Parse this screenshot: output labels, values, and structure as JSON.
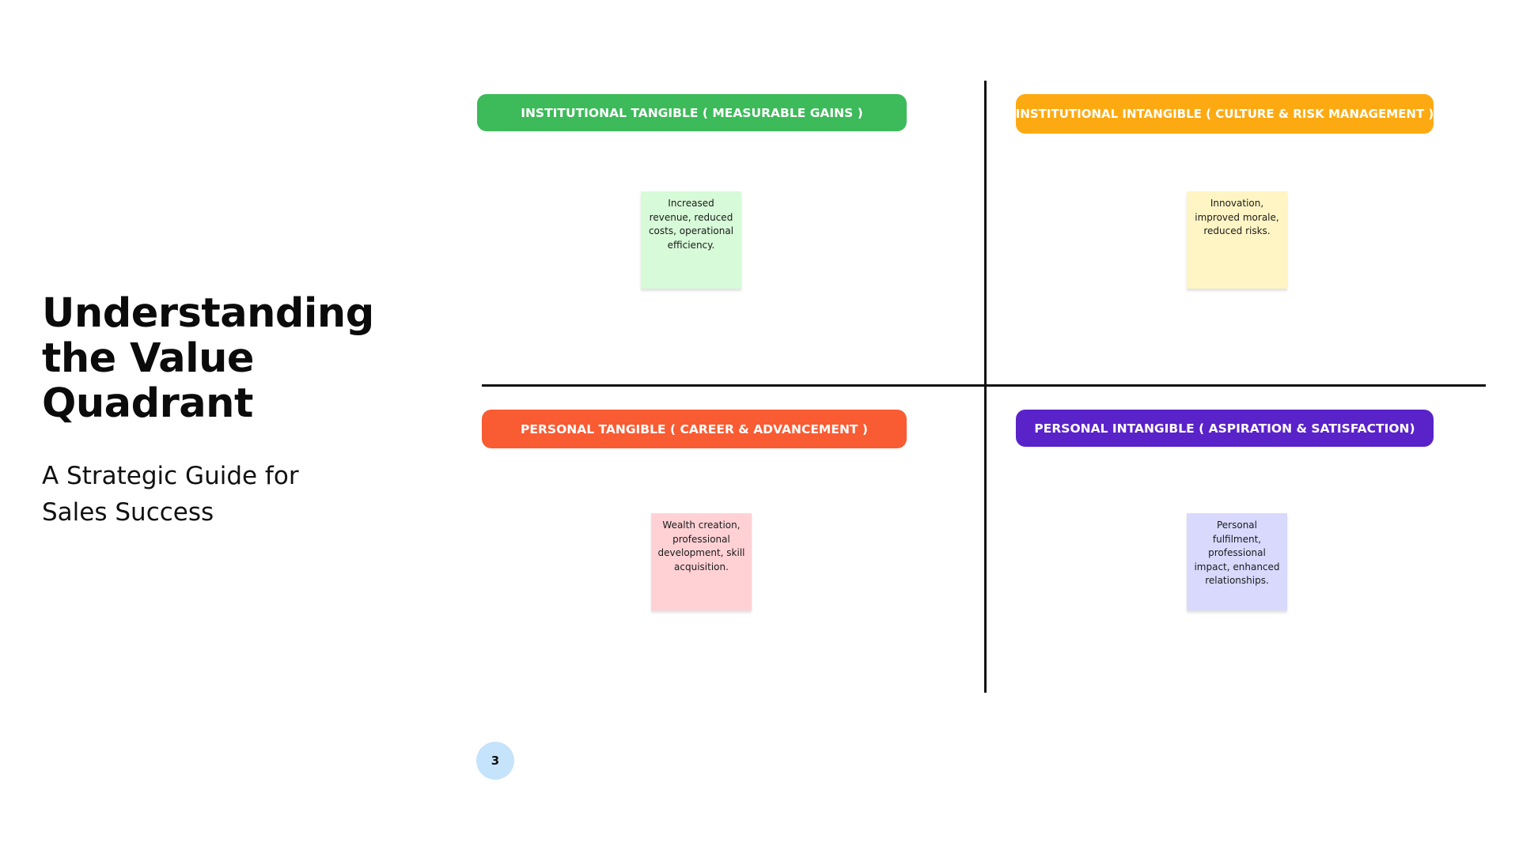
{
  "slide": {
    "title": "Understanding the Value Quadrant",
    "subtitle": "A Strategic Guide for Sales Success",
    "page_number": "3"
  },
  "quadrants": {
    "top_left": {
      "label": "INSTITUTIONAL TANGIBLE ( MEASURABLE GAINS )",
      "note": "Increased revenue, reduced costs, operational efficiency.",
      "label_color": "#3dba59",
      "note_color": "#d7fad8"
    },
    "top_right": {
      "label": "INSTITUTIONAL INTANGIBLE ( CULTURE & RISK MANAGEMENT )",
      "note": "Innovation, improved morale, reduced risks.",
      "label_color": "#fdaa12",
      "note_color": "#fff5c4"
    },
    "bottom_left": {
      "label": "PERSONAL TANGIBLE ( CAREER & ADVANCEMENT )",
      "note": "Wealth creation, professional development, skill acquisition.",
      "label_color": "#f95b33",
      "note_color": "#ffd1d5"
    },
    "bottom_right": {
      "label": "PERSONAL INTANGIBLE  ( ASPIRATION & SATISFACTION)",
      "note": "Personal fulfilment, professional impact, enhanced relationships.",
      "label_color": "#5a22c9",
      "note_color": "#d8d9fd"
    }
  },
  "colors": {
    "axis": "#111111",
    "page_badge": "#c5e3fb"
  }
}
